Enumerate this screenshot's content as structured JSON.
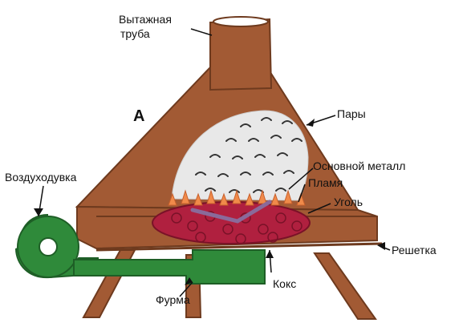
{
  "colors": {
    "body": "#a25a34",
    "body_dark": "#6e3a1e",
    "coal": "#b0203f",
    "flame": "#f08a4a",
    "fumes": "#e8e8e8",
    "blower": "#2f8a3a",
    "leader_line": "#111111"
  },
  "labels": {
    "chimney_line1": "Вытажная",
    "chimney_line2": "труба",
    "view_marker": "А",
    "fumes": "Пары",
    "base_metal": "Основной металл",
    "flame": "Пламя",
    "coal": "Уголь",
    "blower": "Воздуходувка",
    "grate": "Решетка",
    "coke": "Кокс",
    "tuyere": "Фурма"
  }
}
